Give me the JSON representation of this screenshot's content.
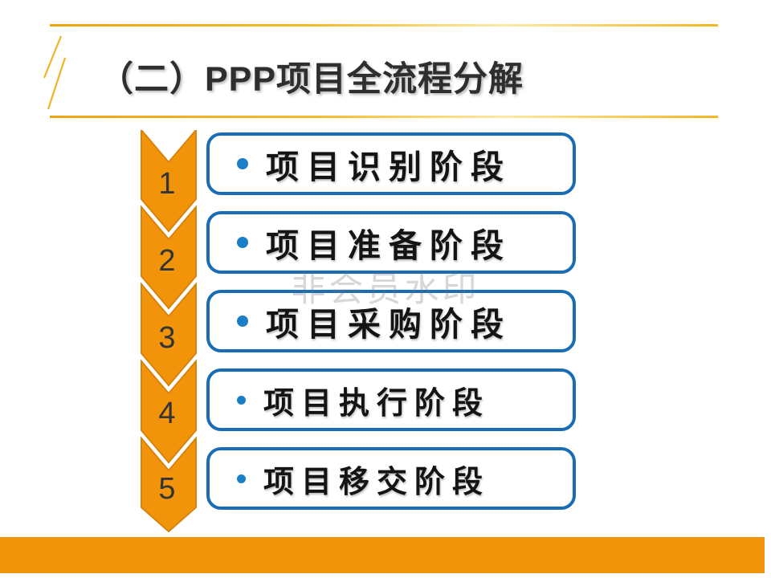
{
  "slide": {
    "title": "（二）PPP项目全流程分解",
    "watermark": "非会员水印",
    "colors": {
      "accent_orange": "#F2940A",
      "gold_line": "#F2B32A",
      "box_border_blue": "#1A6DB5",
      "bullet_blue": "#1B7FC7",
      "title_text": "#2E2E2E",
      "stage_text": "#141414"
    },
    "process": {
      "type": "vertical-chevron-flow",
      "stages": [
        {
          "number": "1",
          "label": "项目识别阶段"
        },
        {
          "number": "2",
          "label": "项目准备阶段"
        },
        {
          "number": "3",
          "label": "项目采购阶段"
        },
        {
          "number": "4",
          "label": "项目执行阶段"
        },
        {
          "number": "5",
          "label": "项目移交阶段"
        }
      ]
    }
  }
}
